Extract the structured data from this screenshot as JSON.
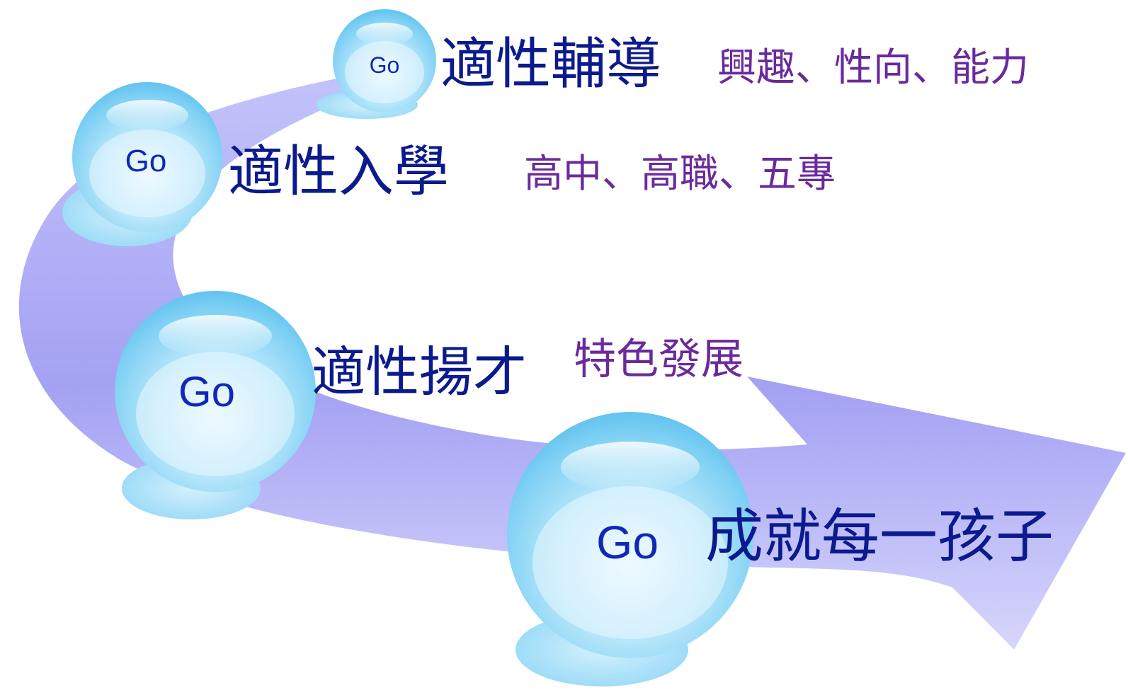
{
  "steps": [
    {
      "go": "Go",
      "title": "適性輔導",
      "detail": "興趣、性向、能力"
    },
    {
      "go": "Go",
      "title": "適性入學",
      "detail": "高中、高職、五專"
    },
    {
      "go": "Go",
      "title": "適性揚才",
      "detail": "特色發展"
    },
    {
      "go": "Go",
      "title": "成就每一孩子",
      "detail": ""
    }
  ],
  "colors": {
    "arrow": "#a9a6f4",
    "arrow_light": "#cfd0fb",
    "bubble_outer": "#8fd8f7",
    "bubble_inner": "#e7f8ff",
    "title_text": "#0b1a8c",
    "detail_text": "#6a2a9c",
    "go_text": "#1028b8"
  }
}
